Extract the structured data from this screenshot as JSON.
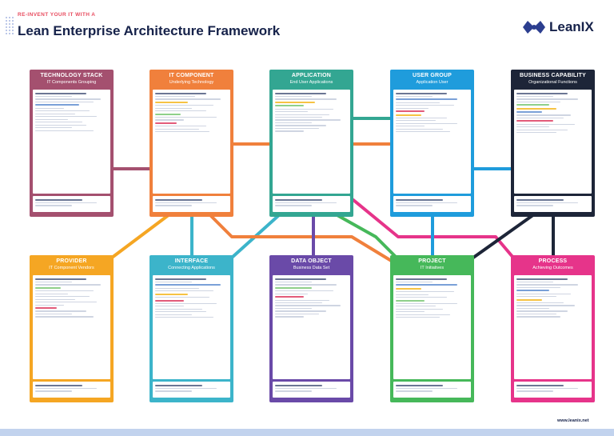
{
  "header": {
    "eyebrow": "RE-INVENT YOUR IT WITH A",
    "title": "Lean Enterprise Architecture Framework"
  },
  "brand": {
    "name": "LeanIX",
    "color": "#2c3e8f",
    "icon": "leanix-logo-icon"
  },
  "footer": {
    "website": "www.leanix.net"
  },
  "cards": [
    {
      "id": "technology-stack",
      "title": "TECHNOLOGY STACK",
      "subtitle": "IT Components Grouping",
      "color": "#a4506f"
    },
    {
      "id": "it-component",
      "title": "IT COMPONENT",
      "subtitle": "Underlying Technology",
      "color": "#f0803c"
    },
    {
      "id": "application",
      "title": "APPLICATION",
      "subtitle": "End User Applications",
      "color": "#33a692"
    },
    {
      "id": "user-group",
      "title": "USER GROUP",
      "subtitle": "Application User",
      "color": "#1f9cdc"
    },
    {
      "id": "business-capability",
      "title": "BUSINESS CAPABILITY",
      "subtitle": "Organizational Functions",
      "color": "#1d2538"
    },
    {
      "id": "provider",
      "title": "PROVIDER",
      "subtitle": "IT Component Vendors",
      "color": "#f5a623"
    },
    {
      "id": "interface",
      "title": "INTERFACE",
      "subtitle": "Connecting Applications",
      "color": "#3cb4ca"
    },
    {
      "id": "data-object",
      "title": "DATA OBJECT",
      "subtitle": "Business Data Set",
      "color": "#6a4aa8"
    },
    {
      "id": "project",
      "title": "PROJECT",
      "subtitle": "IT Initiatives",
      "color": "#46b85a"
    },
    {
      "id": "process",
      "title": "PROCESS",
      "subtitle": "Achieving Outcomes",
      "color": "#e6348a"
    }
  ]
}
